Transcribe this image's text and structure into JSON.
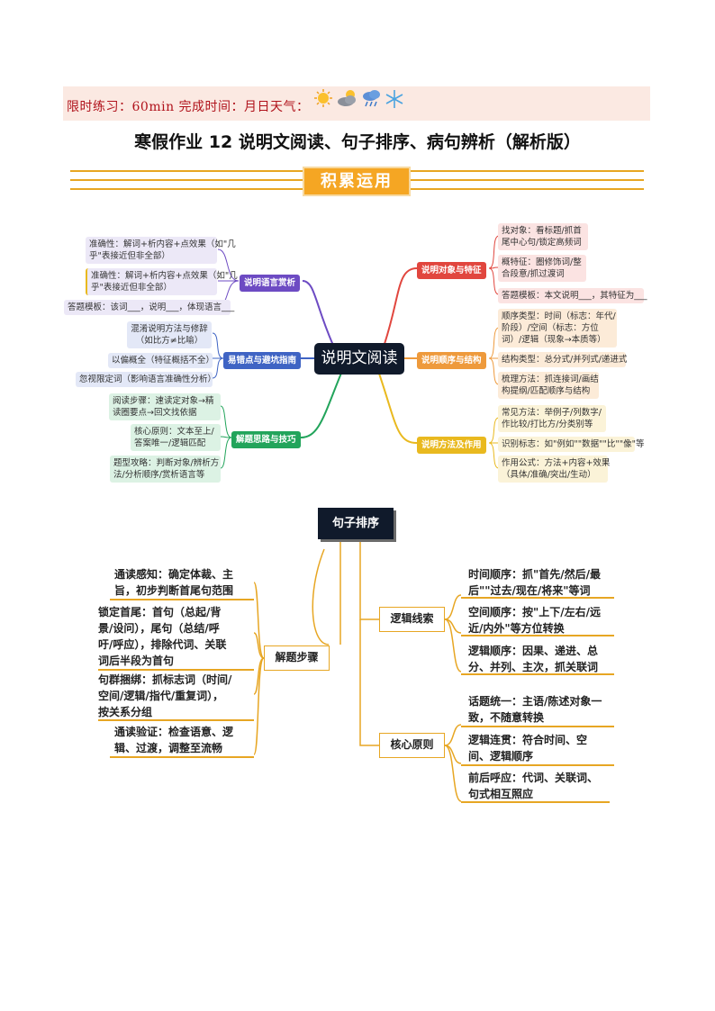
{
  "header": {
    "practice_line": "限时练习：60min 完成时间：月日天气："
  },
  "weather_icons": [
    "sun-icon",
    "cloudy-icon",
    "rain-icon",
    "snow-icon"
  ],
  "title": "寒假作业 12  说明文阅读、句子排序、病句辨析（解析版）",
  "banner": "积累运用",
  "mindmap1": {
    "center": "说明文阅读",
    "branches": {
      "lang": {
        "label": "说明语言赏析",
        "color": "#6d4bc3",
        "leaves": [
          "准确性：解词+析内容+点效果（如\"几\n乎\"表接近但非全部）",
          "准确性：解词+析内容+点效果（如\"几\n乎\"表接近但非全部）",
          "答题模板：该词___，说明___，体现语言___"
        ]
      },
      "mistake": {
        "label": "易错点与避坑指南",
        "color": "#3f64c4",
        "leaves": [
          "混淆说明方法与修辞\n（如比方≠比喻）",
          "以偏概全（特征概括不全）",
          "忽视限定词（影响语言准确性分析）"
        ]
      },
      "approach": {
        "label": "解题思路与技巧",
        "color": "#22a45b",
        "leaves": [
          "阅读步骤：速读定对象→精\n读圈要点→回文找依据",
          "核心原则：文本至上/\n答案唯一/逻辑匹配",
          "题型攻略：判断对象/辨析方\n法/分析顺序/赏析语言等"
        ]
      },
      "object": {
        "label": "说明对象与特征",
        "color": "#e1463e",
        "leaves": [
          "找对象：看标题/抓首\n尾中心句/锁定高频词",
          "概特征：圈修饰词/整\n合段意/抓过渡词",
          "答题模板：本文说明___，其特征为___"
        ]
      },
      "order": {
        "label": "说明顺序与结构",
        "color": "#ee9a3c",
        "leaves": [
          "顺序类型：时间（标志：年代/\n阶段）/空间（标志：方位\n词）/逻辑（现象→本质等）",
          "结构类型：总分式/并列式/递进式",
          "梳理方法：抓连接词/画结\n构提纲/匹配顺序与结构"
        ]
      },
      "method": {
        "label": "说明方法及作用",
        "color": "#e9b91f",
        "leaves": [
          "常见方法：举例子/列数字/\n作比较/打比方/分类别等",
          "识别标志：如\"例如\"\"数据\"\"比\"\"像\"等",
          "作用公式：方法+内容+效果\n（具体/准确/突出/生动）"
        ]
      }
    }
  },
  "mindmap2": {
    "root": "句子排序",
    "left": {
      "label": "解题步骤",
      "items": [
        "通读感知：确定体裁、主\n旨，初步判断首尾句范围",
        "锁定首尾：首句（总起/背\n景/设问），尾句（总结/呼\n吁/呼应），排除代词、关联\n词后半段为首句",
        "句群捆绑：抓标志词（时间/\n空间/逻辑/指代/重复词），\n按关系分组",
        "通读验证：检查语意、逻\n辑、过渡，调整至流畅"
      ]
    },
    "right": [
      {
        "label": "逻辑线索",
        "items": [
          "时间顺序：抓\"首先/然后/最\n后\"\"过去/现在/将来\"等词",
          "空间顺序：按\"上下/左右/远\n近/内外\"等方位转换",
          "逻辑顺序：因果、递进、总\n分、并列、主次，抓关联词"
        ]
      },
      {
        "label": "核心原则",
        "items": [
          "话题统一：主语/陈述对象一\n致，不随意转换",
          "逻辑连贯：符合时间、空\n间、逻辑顺序",
          "前后呼应：代词、关联词、\n句式相互照应"
        ]
      }
    ]
  }
}
